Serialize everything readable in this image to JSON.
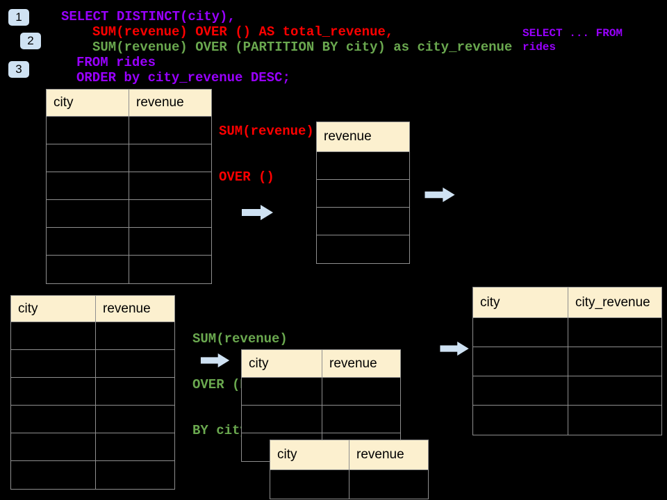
{
  "colors": {
    "bg": "#000000",
    "purple": "#9900ff",
    "red": "#ff0000",
    "green": "#6aa84f",
    "header_fill": "#fcf0cf",
    "table_border": "#8f8f8f",
    "arrow_fill": "#cfe2f3",
    "badge_fill": "#cfe2f3"
  },
  "badges": [
    "1",
    "2",
    "3"
  ],
  "sql": {
    "line1": "SELECT DISTINCT(city),",
    "line2": "SUM(revenue) OVER () AS total_revenue,",
    "line3": "SUM(revenue) OVER (PARTITION BY city) as city_revenue",
    "line4": "FROM rides",
    "line5": "ORDER by city_revenue DESC;",
    "note_right": "SELECT ... FROM rides"
  },
  "annotations": {
    "total": {
      "line1": "SUM(revenue)",
      "line2": "OVER ()"
    },
    "partition": {
      "line1": "SUM(revenue)",
      "line2": "OVER (PARTITION",
      "line3": "BY city)"
    }
  },
  "tables": {
    "rides_top": {
      "headers": [
        "city",
        "revenue"
      ],
      "empty_rows": 6
    },
    "revenue": {
      "headers": [
        "revenue"
      ],
      "empty_rows": 4
    },
    "rides_bottom": {
      "headers": [
        "city",
        "revenue"
      ],
      "empty_rows": 6
    },
    "partition_back": {
      "headers": [
        "city",
        "revenue"
      ],
      "empty_rows": 3
    },
    "partition_front": {
      "headers": [
        "city",
        "revenue"
      ],
      "empty_rows": 1
    },
    "result": {
      "headers": [
        "city",
        "city_revenue"
      ],
      "empty_rows": 4
    }
  }
}
